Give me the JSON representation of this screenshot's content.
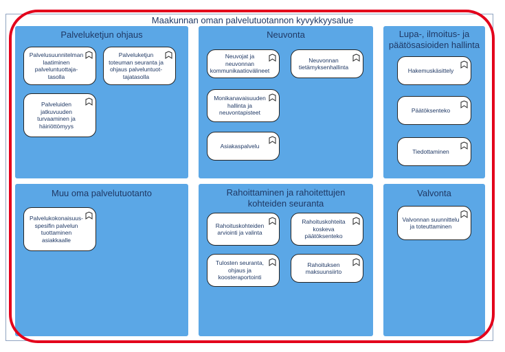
{
  "diagram": {
    "title": "Maakunnan oman palvelutuotannon kyvykkyysalue",
    "colors": {
      "group_fill": "#5ba7e6",
      "card_fill": "#ffffff",
      "outline": "#e3001b",
      "text": "#1f3864"
    },
    "groups": [
      {
        "title": "Palveluketjun ohjaus",
        "cards": [
          "Palvelusuunnitelman laatiminen palveluntuottaja-tasolla",
          "Palveluketjun toteuman seuranta ja ohjaus palveluntuot-tajatasolla",
          "Palveluiden jatkuvuuden turvaaminen ja häiriöttömyys"
        ]
      },
      {
        "title": "Neuvonta",
        "cards": [
          "Neuvojat ja neuvonnan kommunikaatiovälineet",
          "Neuvonnan tietämyksenhallinta",
          "Monikanavaisuuden hallinta ja neuvontapisteet",
          "Asiakaspalvelu"
        ]
      },
      {
        "title": "Lupa-, ilmoitus- ja päätösasioiden hallinta",
        "cards": [
          "Hakemuskäsittely",
          "Päätöksenteko",
          "Tiedottaminen"
        ]
      },
      {
        "title": "Muu oma palvelutuotanto",
        "cards": [
          "Palvelukokonaisuus-spesifin palvelun tuottaminen asiakkaalle"
        ]
      },
      {
        "title": "Rahoittaminen ja rahoitettujen kohteiden seuranta",
        "cards": [
          "Rahoituskohteiden arviointi ja valinta",
          "Rahoituskohteita koskeva päätöksenteko",
          "Tulosten seuranta, ohjaus ja koosteraportointi",
          "Rahoituksen maksuunsiirto"
        ]
      },
      {
        "title": "Valvonta",
        "cards": [
          "Valvonnan suunnittelu ja toteuttaminen"
        ]
      }
    ]
  }
}
